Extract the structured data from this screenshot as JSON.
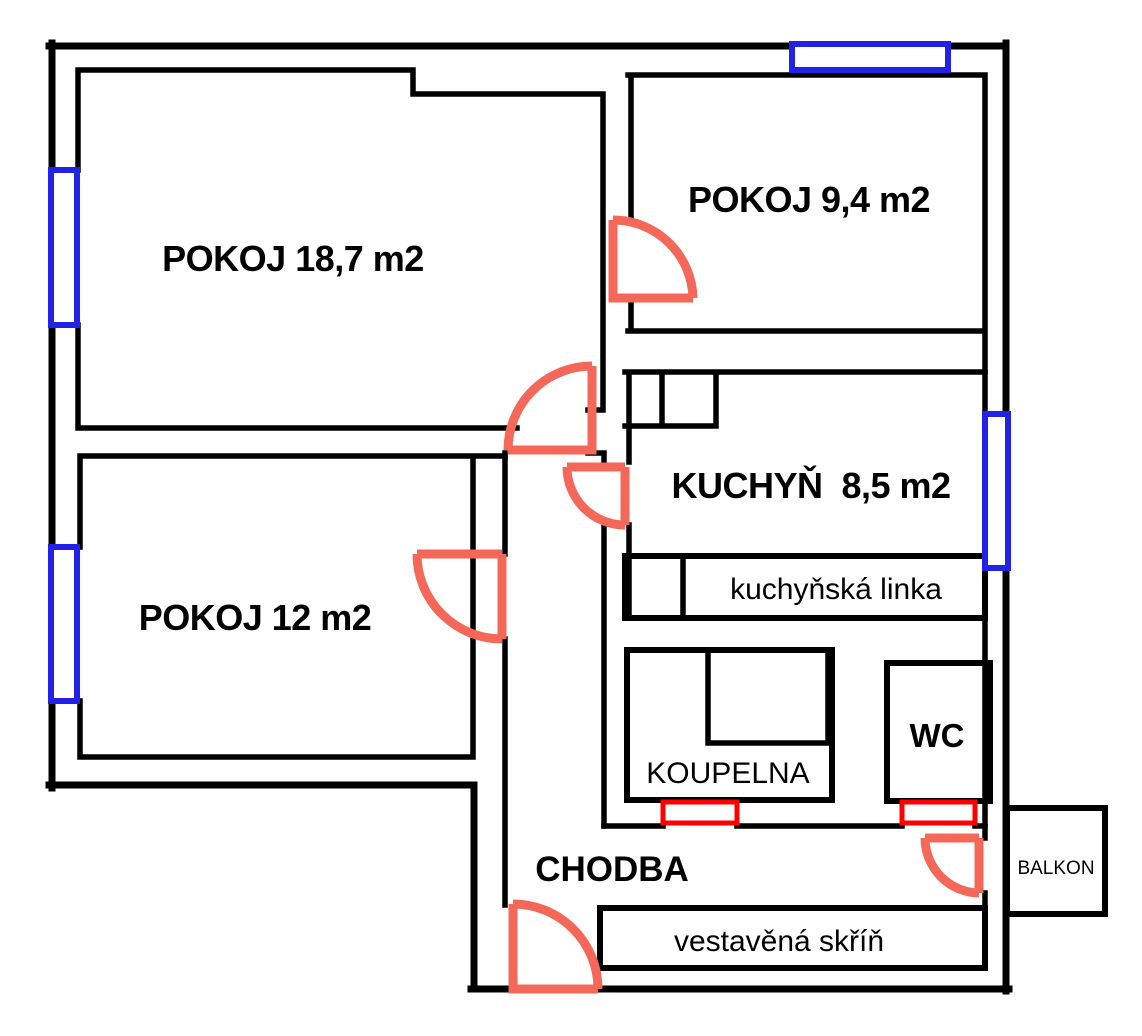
{
  "title": "Floor plan of apartment",
  "colors": {
    "background": "#ffffff",
    "wall": "#000000",
    "door": "#f4685a",
    "window": "#2222e6",
    "opening": "#ff0000",
    "text": "#000000"
  },
  "rooms": {
    "pokoj_large": {
      "label": "POKOJ 18,7 m2"
    },
    "pokoj_small": {
      "label": "POKOJ 9,4 m2"
    },
    "pokoj_medium": {
      "label": "POKOJ 12 m2"
    },
    "kuchyn": {
      "label": "KUCHYŇ  8,5 m2"
    },
    "chodba": {
      "label": "CHODBA"
    },
    "koupelna": {
      "label": "KOUPELNA"
    },
    "wc": {
      "label": "WC"
    },
    "balkon": {
      "label": "BALKON"
    }
  },
  "fixtures": {
    "kitchen_unit": {
      "label": "kuchyňská linka"
    },
    "wardrobe": {
      "label": "vestavěná skříň"
    }
  }
}
